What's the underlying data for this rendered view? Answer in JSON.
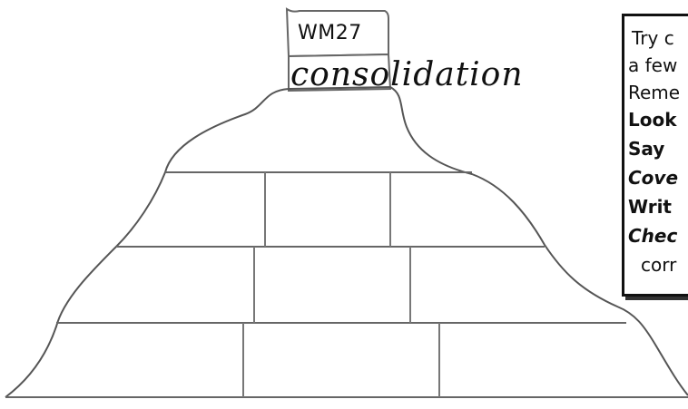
{
  "worksheet": {
    "flag_code": "WM27",
    "word": "consolidation",
    "instructions": [
      "Try c",
      "a few",
      "Reme",
      "Look",
      "Say",
      "Cove",
      "Writ",
      "Chec",
      "corr"
    ]
  }
}
